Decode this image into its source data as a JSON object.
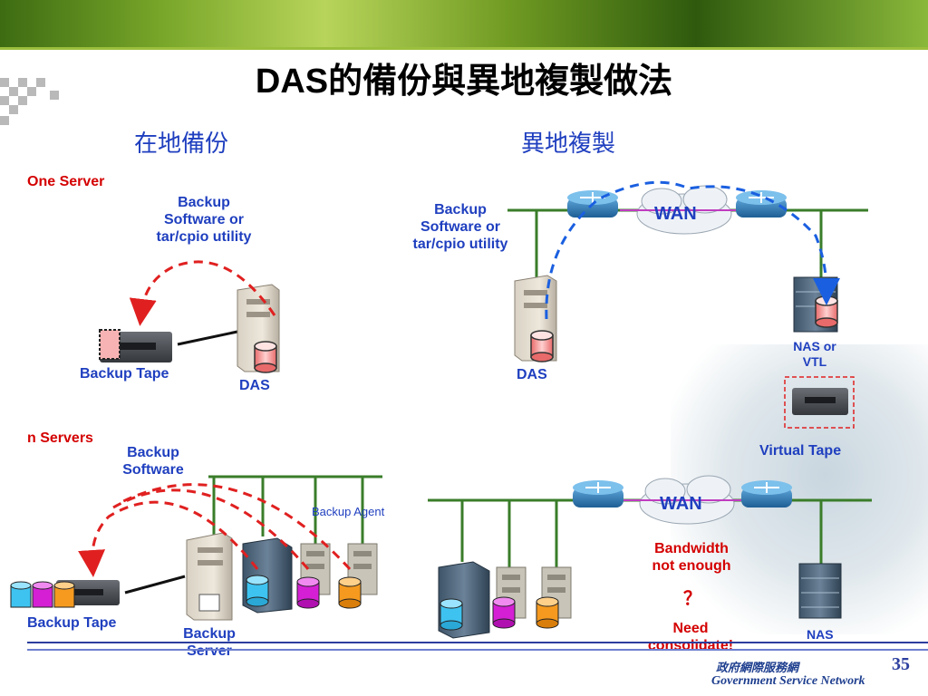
{
  "slide": {
    "title_latin": "DAS",
    "title_cjk": "的備份與異地複製做法",
    "page_number": "35"
  },
  "left": {
    "heading": "在地備份",
    "one_server": {
      "label": "One Server",
      "software_line1": "Backup",
      "software_line2": "Software or",
      "software_line3": "tar/cpio utility",
      "tape_label": "Backup Tape",
      "das_label": "DAS"
    },
    "n_servers": {
      "label": "n Servers",
      "software_line1": "Backup",
      "software_line2": "Software",
      "agent_label": "Backup Agent",
      "tape_label": "Backup Tape",
      "server_line1": "Backup",
      "server_line2": "Server"
    }
  },
  "right": {
    "heading": "異地複製",
    "top": {
      "software_line1": "Backup",
      "software_line2": "Software or",
      "software_line3": "tar/cpio utility",
      "wan_label": "WAN",
      "das_label": "DAS",
      "nas_vtl_line1": "NAS or",
      "nas_vtl_line2": "VTL",
      "virtual_tape_label": "Virtual Tape"
    },
    "bottom": {
      "wan_label": "WAN",
      "bandwidth_line1": "Bandwidth",
      "bandwidth_line2": "not enough",
      "question_mark": "？",
      "need_line1": "Need",
      "need_line2": "consolidate!",
      "nas_label": "NAS"
    }
  },
  "footer": {
    "org_cn": "政府網際服務網",
    "org_en": "Government Service Network"
  },
  "colors": {
    "accent_blue": "#1f3fbf",
    "accent_red": "#d40000",
    "link_green": "#3a7d2a",
    "dash_red": "#e02020",
    "dash_blue": "#1a5fe0"
  }
}
